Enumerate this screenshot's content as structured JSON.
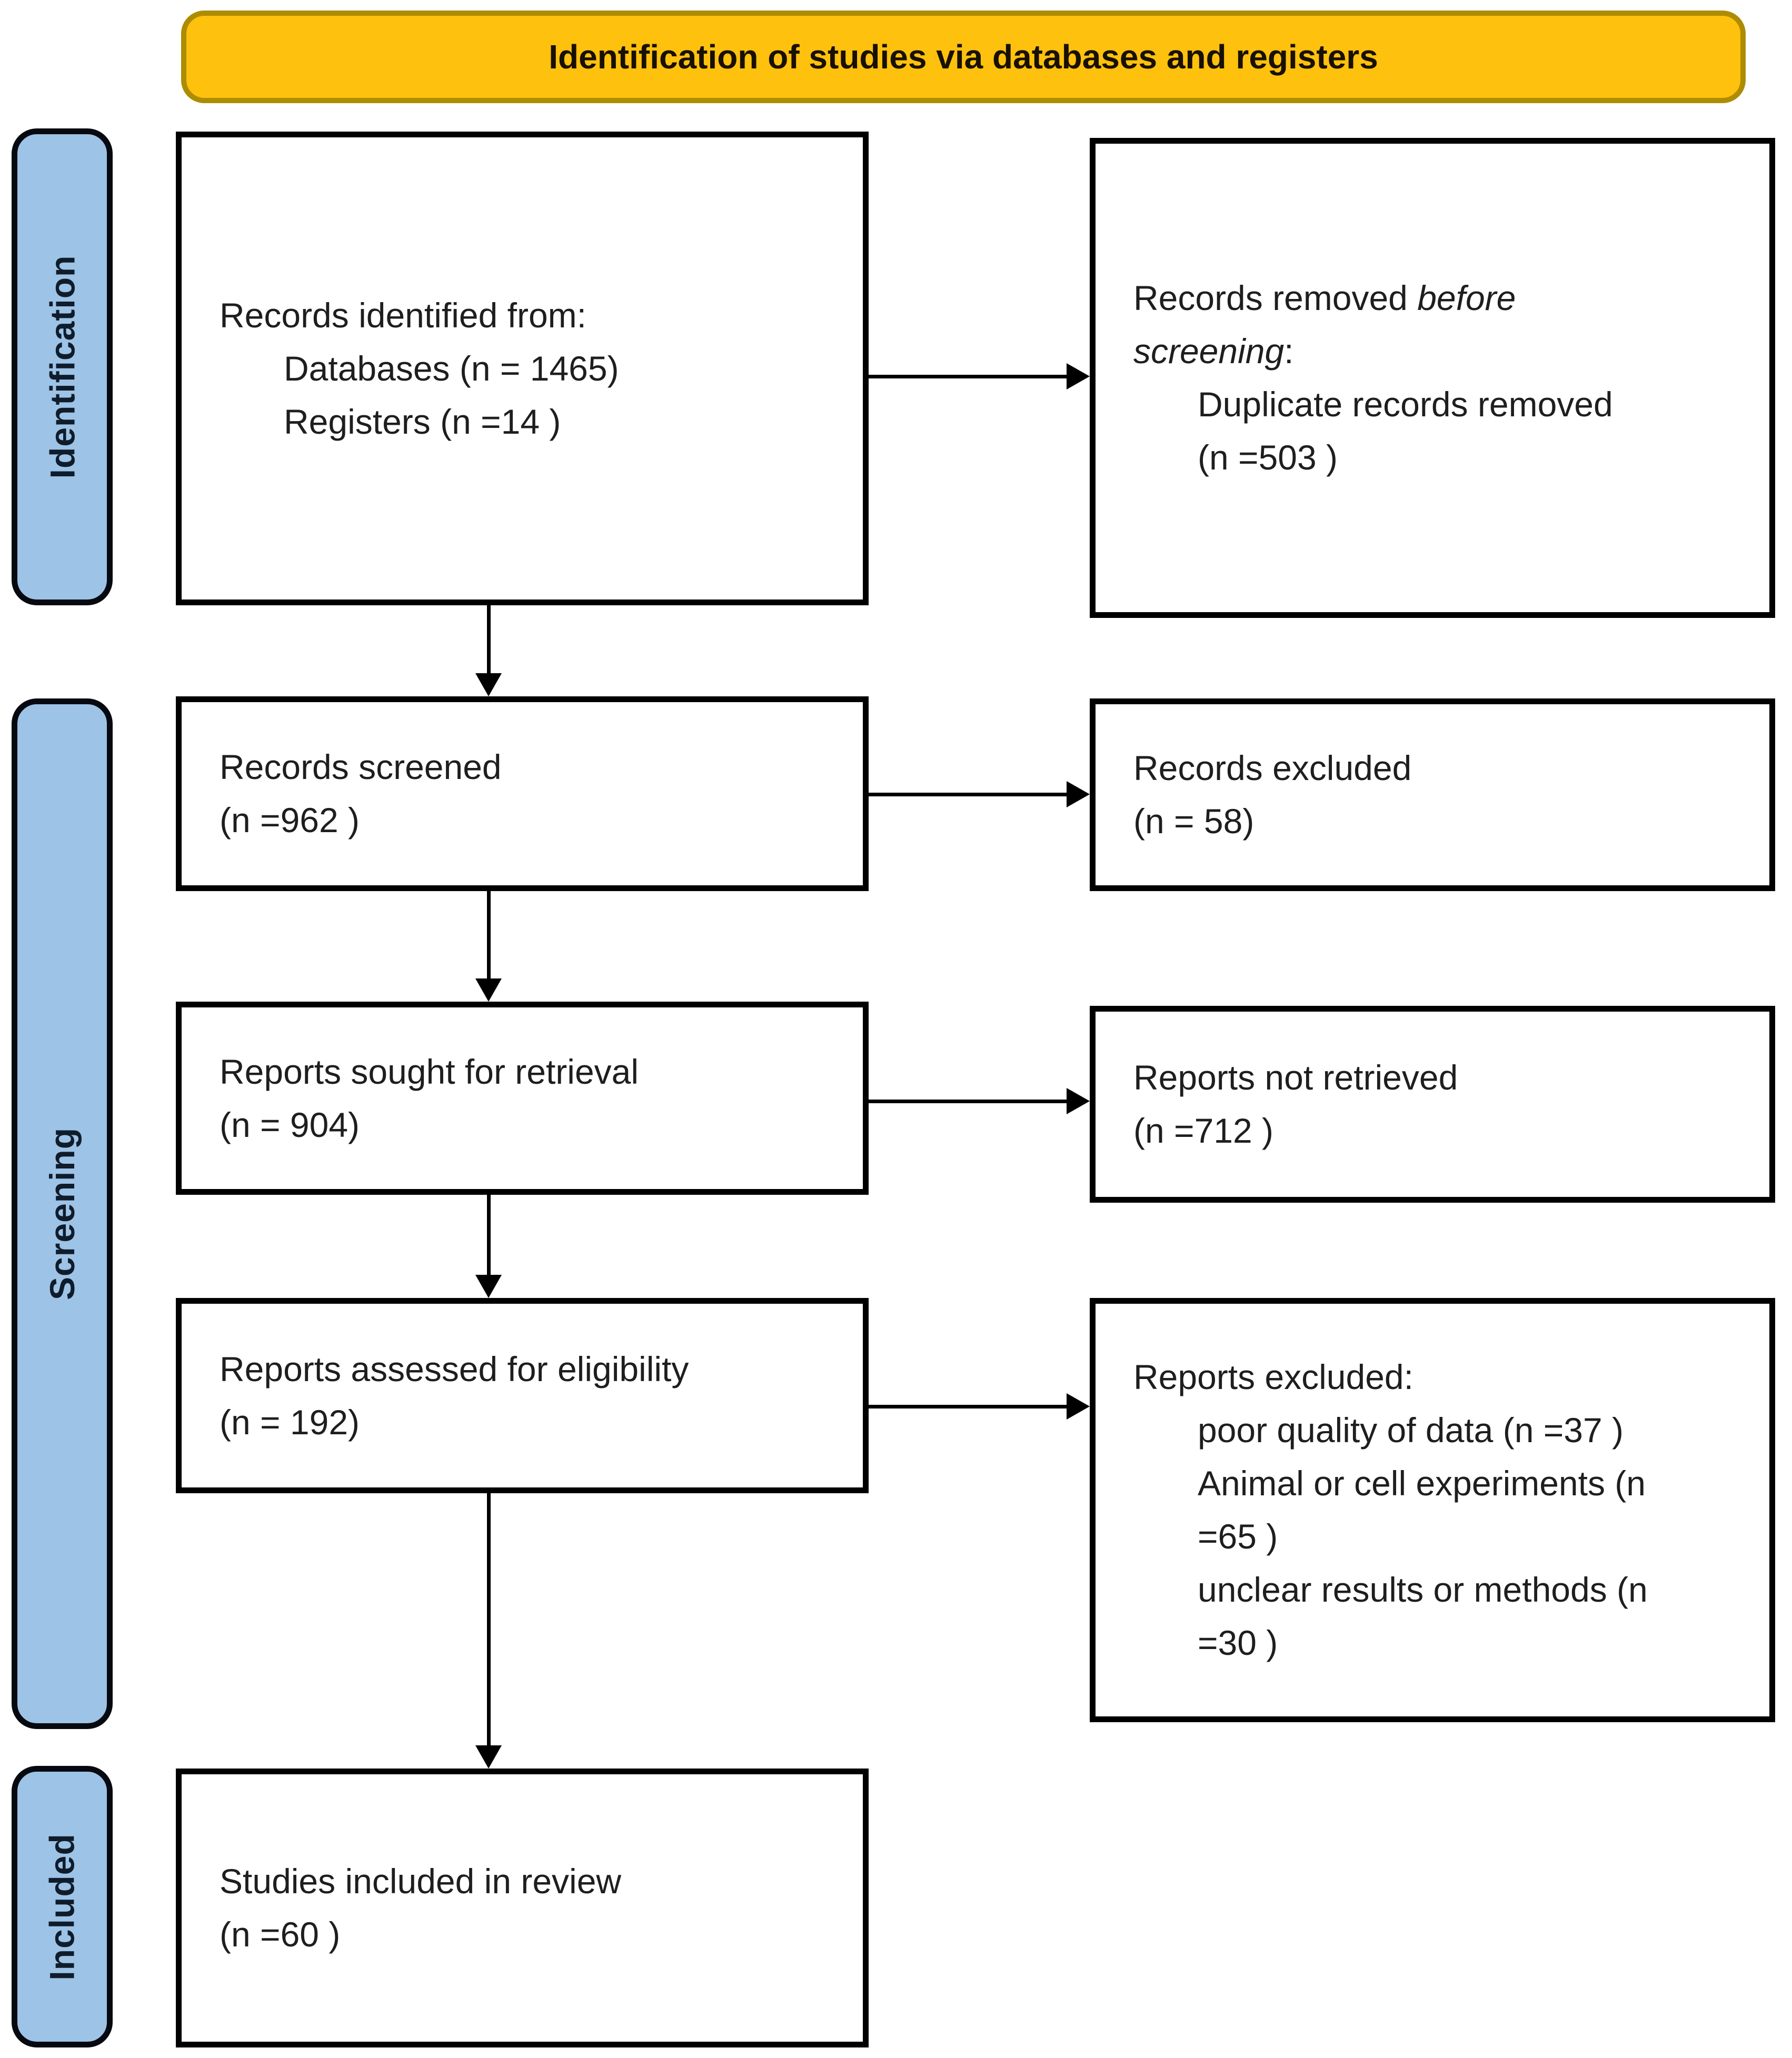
{
  "banner": {
    "title": "Identification of studies via databases and registers"
  },
  "sidebars": {
    "identification": "Identification",
    "screening": "Screening",
    "included": "Included"
  },
  "boxes": {
    "records_identified": {
      "line1": "Records identified from:",
      "line2": "Databases (n = 1465)",
      "line3": "Registers (n =14 )"
    },
    "records_removed": {
      "line1_text": "Records removed ",
      "line1_italic": "before",
      "line2_italic": "screening",
      "line2_text": ":",
      "line3": "Duplicate records removed",
      "line4": "(n =503 )"
    },
    "records_screened": {
      "line1": "Records screened",
      "line2": "(n =962 )"
    },
    "records_excluded": {
      "line1": "Records excluded",
      "line2": "(n = 58)"
    },
    "reports_sought": {
      "line1": "Reports sought for retrieval",
      "line2": "(n = 904)"
    },
    "reports_not_retrieved": {
      "line1": "Reports not retrieved",
      "line2": "(n =712 )"
    },
    "reports_assessed": {
      "line1": "Reports assessed for eligibility",
      "line2": "(n = 192)"
    },
    "reports_excluded": {
      "line1": "Reports excluded:",
      "line2": "poor quality of data (n =37 )",
      "line3": "Animal or cell experiments (n",
      "line4": "=65 )",
      "line5": "unclear results or methods (n",
      "line6": "=30 )"
    },
    "studies_included": {
      "line1": "Studies included in review",
      "line2": "(n =60 )"
    }
  },
  "colors": {
    "banner_fill": "#FDC10E",
    "banner_border": "#AD8C00",
    "sidebar_fill": "#9DC3E6",
    "sidebar_text": "#0F1C2B",
    "box_border": "#000000",
    "box_text": "#1E1E1E",
    "arrow": "#000000"
  }
}
